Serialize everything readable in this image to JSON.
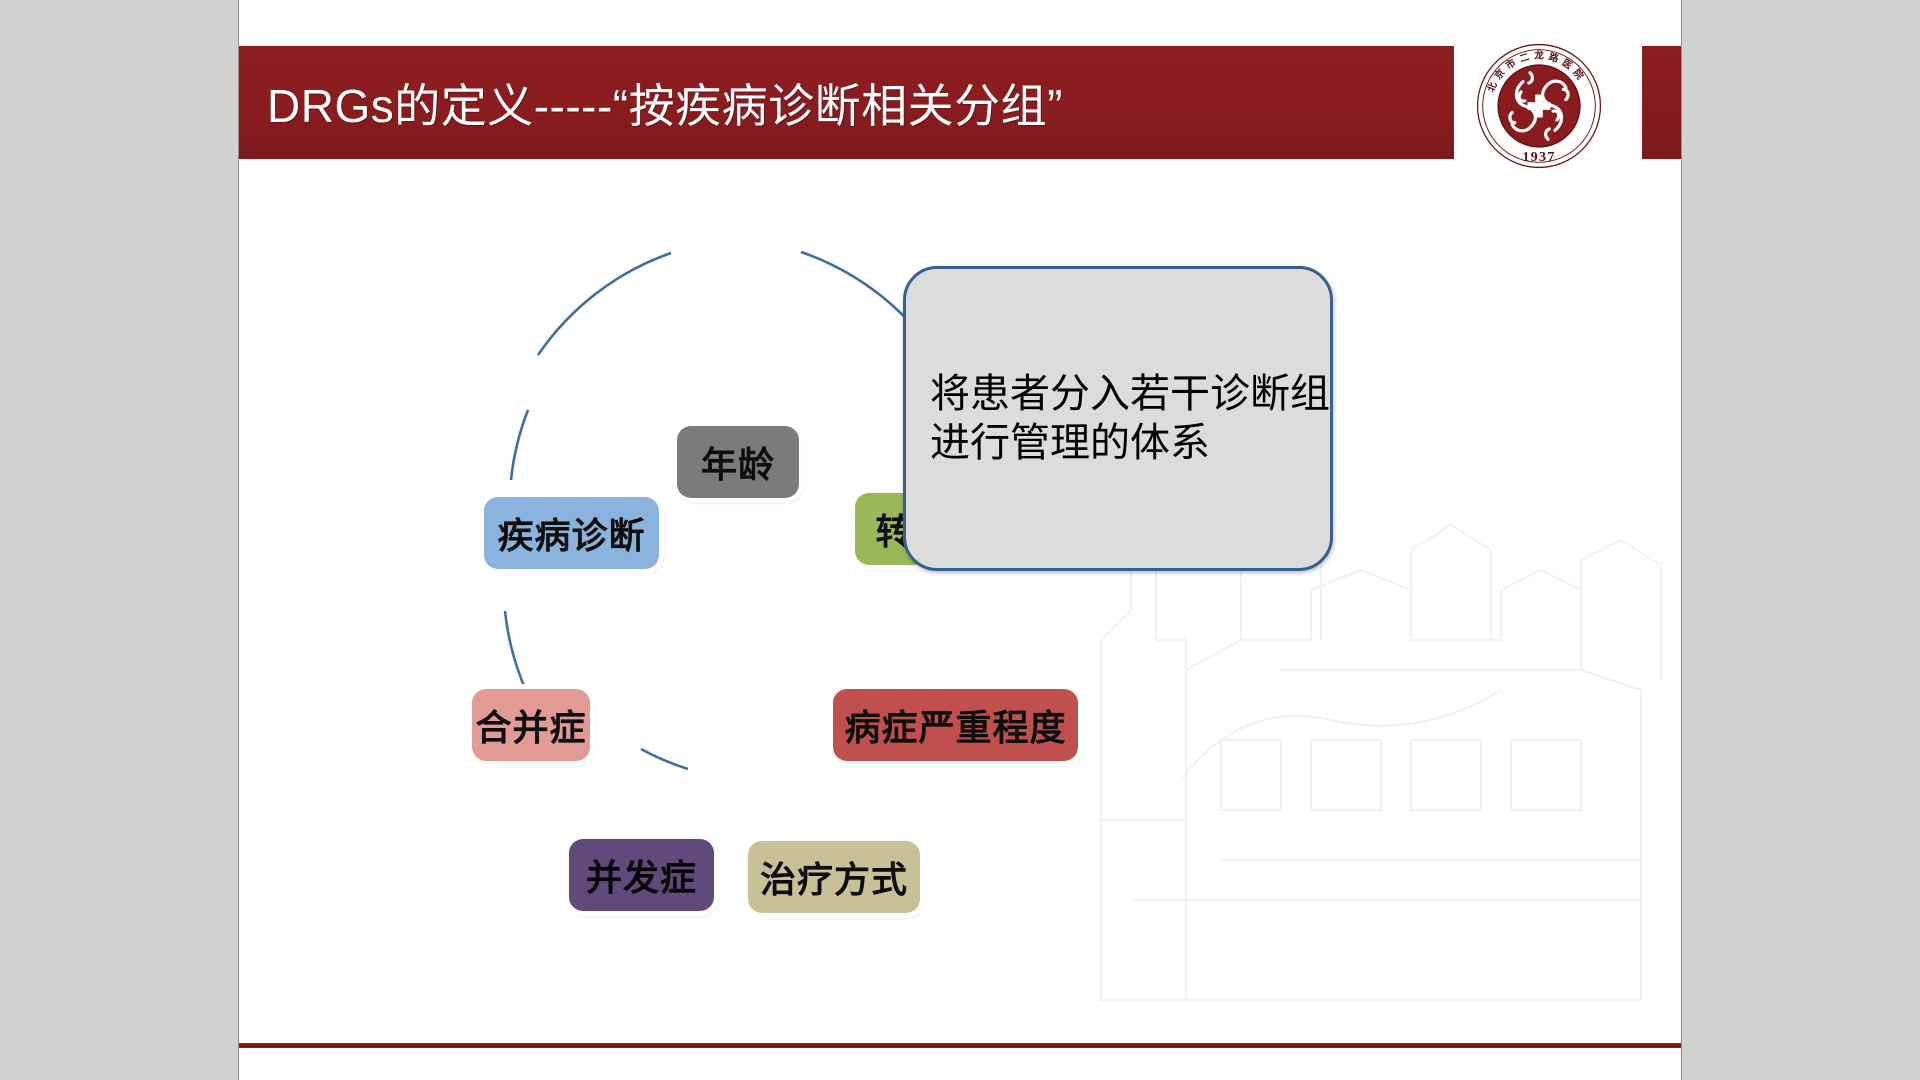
{
  "slide": {
    "header": {
      "title": "DRGs的定义-----“按疾病诊断相关分组”",
      "bar_color": "#8a1c1f"
    },
    "logo": {
      "name": "hospital-logo",
      "ring_text_top": "北京市二龙路医院",
      "year": "1937",
      "color": "#8a1c1f"
    },
    "cycle": {
      "nodes": [
        {
          "id": "age",
          "label": "年龄",
          "color": "#7b7b7b"
        },
        {
          "id": "outcome",
          "label": "转归",
          "color": "#9ab858"
        },
        {
          "id": "severity",
          "label": "病症严重程度",
          "color": "#c0504d"
        },
        {
          "id": "treatment",
          "label": "治疗方式",
          "color": "#c8c096"
        },
        {
          "id": "complication",
          "label": "并发症",
          "color": "#604a7b"
        },
        {
          "id": "comorbidity",
          "label": "合并症",
          "color": "#e29a94"
        },
        {
          "id": "diagnosis",
          "label": "疾病诊断",
          "color": "#8ab4dd"
        }
      ],
      "ring_color": "#3f6f9f"
    },
    "arrow": {
      "color": "#4a80b5",
      "direction": "right"
    },
    "result": {
      "line1": "将患者分入若干诊断组",
      "line2": "进行管理的体系",
      "fill_color": "#dcdcdc",
      "border_color": "#35618f"
    },
    "bottom_rule_color": "#8c2023",
    "background_color": "#ffffff",
    "canvas_color": "#d0d2d0"
  }
}
